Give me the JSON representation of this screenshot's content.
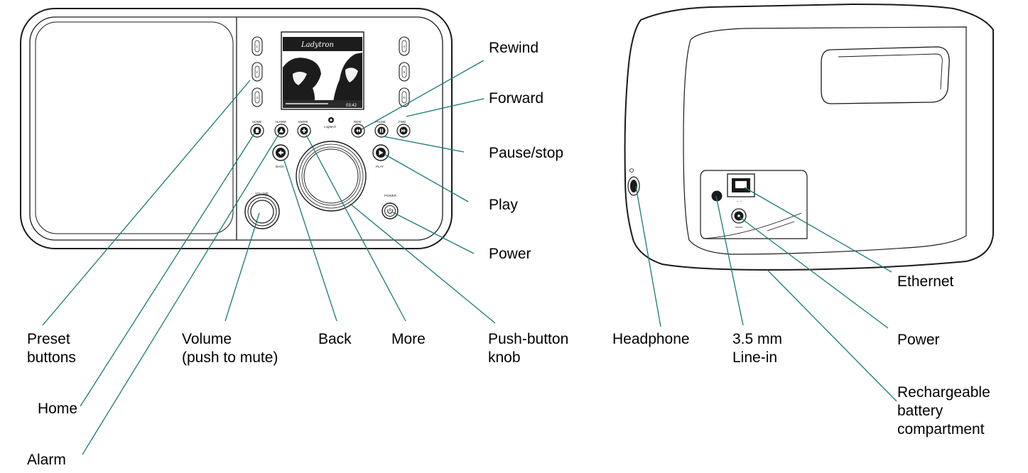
{
  "colors": {
    "leader_line": "#1a7a74",
    "device_outline": "#1a1a1a",
    "background": "#ffffff",
    "screen_dark": "#1c1c1c"
  },
  "screen": {
    "title": "Ladytron",
    "time": "03:42"
  },
  "device_text": {
    "home": "HOME",
    "alarm": "ALARM",
    "more": "MORE",
    "brand": "Logitech",
    "rew": "REW",
    "pause": "PAUSE",
    "fwd": "FWD",
    "back": "BACK",
    "play": "PLAY",
    "power": "POWER",
    "volume": "VOLUME",
    "preset_1": "1",
    "preset_2": "2",
    "preset_3": "3",
    "preset_4": "4",
    "preset_5": "5",
    "preset_6": "6"
  },
  "front_labels": {
    "rewind": "Rewind",
    "forward": "Forward",
    "pause_stop": "Pause/stop",
    "play": "Play",
    "power": "Power",
    "preset_buttons": "Preset\nbuttons",
    "volume": "Volume\n(push to mute)",
    "back": "Back",
    "more": "More",
    "push_button_knob": "Push-button\nknob",
    "home": "Home",
    "alarm": "Alarm"
  },
  "back_labels": {
    "headphone": "Headphone",
    "line_in": "3.5 mm\nLine-in",
    "ethernet": "Ethernet",
    "power": "Power",
    "battery": "Rechargeable\nbattery\ncompartment"
  }
}
